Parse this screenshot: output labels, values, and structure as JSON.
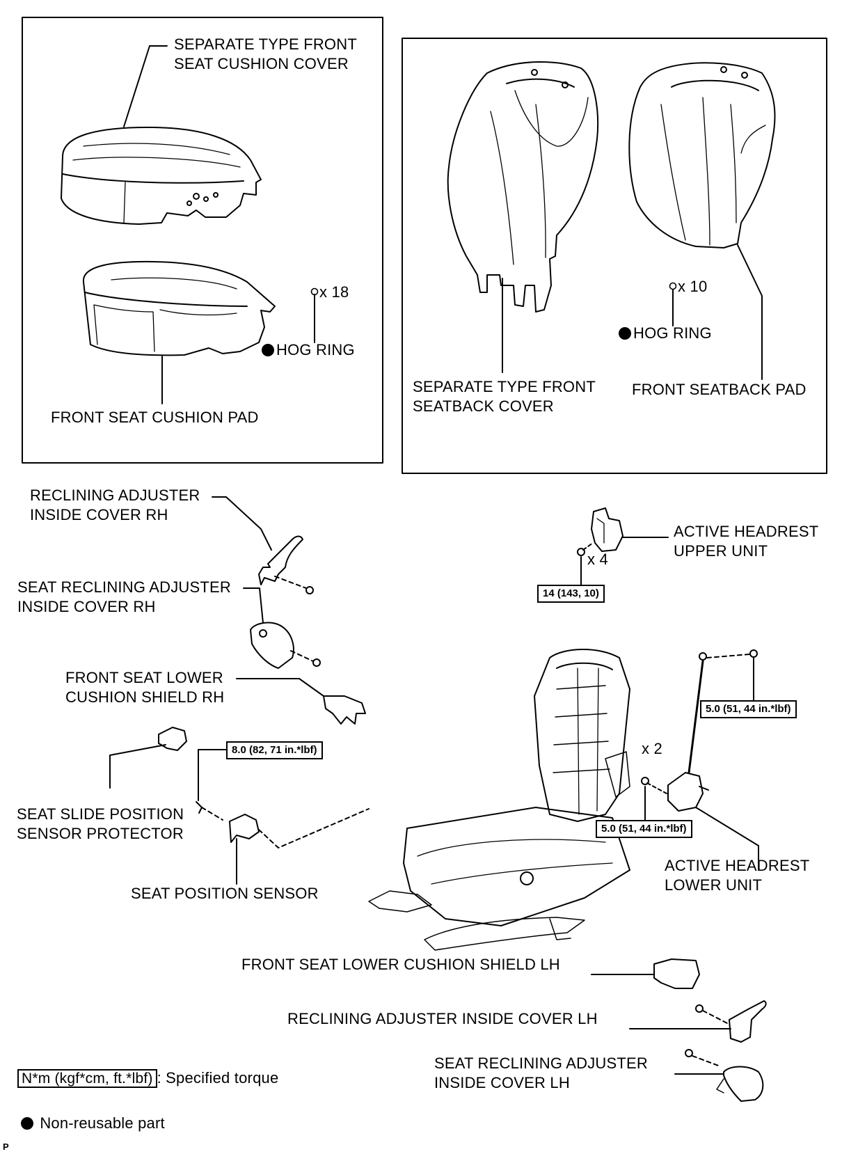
{
  "labels": {
    "cushion_cover": [
      "SEPARATE TYPE FRONT",
      "SEAT CUSHION COVER"
    ],
    "cushion_pad": "FRONT SEAT CUSHION PAD",
    "hog_ring": "HOG RING",
    "qty_cushion_rings": "x 18",
    "seatback_cover": [
      "SEPARATE TYPE FRONT",
      "SEATBACK COVER"
    ],
    "seatback_pad": "FRONT SEATBACK PAD",
    "qty_seatback_rings": "x 10",
    "recl_cover_rh": [
      "RECLINING ADJUSTER",
      "INSIDE COVER RH"
    ],
    "seat_recl_cover_rh": [
      "SEAT RECLINING ADJUSTER",
      "INSIDE COVER RH"
    ],
    "lower_shield_rh": [
      "FRONT SEAT LOWER",
      "CUSHION SHIELD RH"
    ],
    "slide_sensor_protector": [
      "SEAT SLIDE POSITION",
      "SENSOR PROTECTOR"
    ],
    "seat_position_sensor": "SEAT POSITION SENSOR",
    "headrest_upper": [
      "ACTIVE HEADREST",
      "UPPER UNIT"
    ],
    "qty_upper_nuts": "x 4",
    "headrest_lower": [
      "ACTIVE HEADREST",
      "LOWER UNIT"
    ],
    "qty_lower_nuts": "x 2",
    "lower_shield_lh": "FRONT SEAT LOWER CUSHION SHIELD LH",
    "recl_cover_lh": "RECLINING ADJUSTER INSIDE COVER LH",
    "seat_recl_cover_lh": [
      "SEAT RECLINING ADJUSTER",
      "INSIDE COVER LH"
    ]
  },
  "torques": {
    "upper_unit": "14 (143, 10)",
    "sensor_bolt": "8.0 (82, 71 in.*lbf)",
    "rod_top": "5.0 (51, 44 in.*lbf)",
    "lower_unit": "5.0 (51, 44 in.*lbf)"
  },
  "legend": {
    "torque_units": "N*m (kgf*cm, ft.*lbf)",
    "torque_desc": ": Specified torque",
    "nonreusable_desc": "Non-reusable part"
  },
  "footer_mark": "P"
}
